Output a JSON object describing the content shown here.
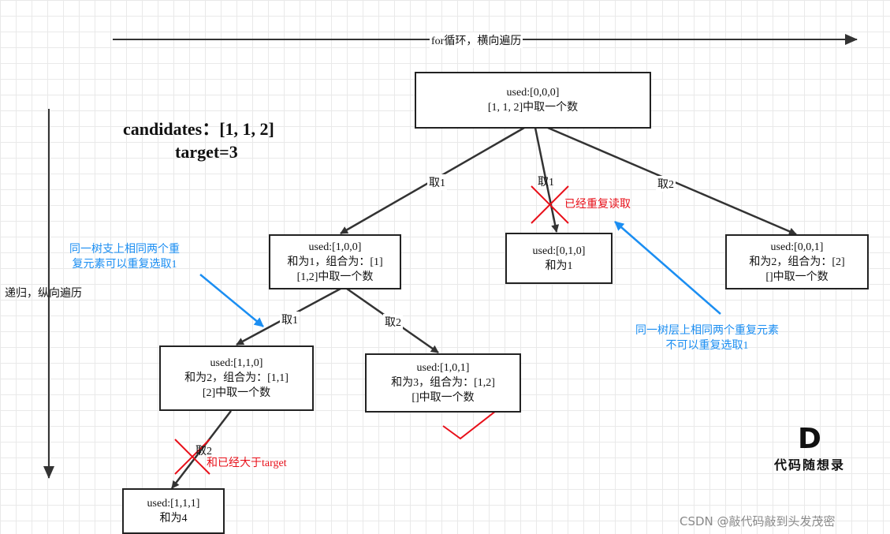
{
  "header": {
    "for_loop": "for循环，横向遍历",
    "recursion": "递归，纵向遍历"
  },
  "problem": {
    "candidates": "candidates：[1, 1, 2]",
    "target": "target=3"
  },
  "nodes": {
    "root": [
      "used:[0,0,0]",
      "[1, 1, 2]中取一个数"
    ],
    "n100": [
      "used:[1,0,0]",
      "和为1，组合为：[1]",
      "[1,2]中取一个数"
    ],
    "n010": [
      "used:[0,1,0]",
      "和为1"
    ],
    "n001": [
      "used:[0,0,1]",
      "和为2，组合为：[2]",
      "[]中取一个数"
    ],
    "n110": [
      "used:[1,1,0]",
      "和为2，组合为：[1,1]",
      "[2]中取一个数"
    ],
    "n101": [
      "used:[1,0,1]",
      "和为3，组合为：[1,2]",
      "[]中取一个数"
    ],
    "n111": [
      "used:[1,1,1]",
      "和为4"
    ]
  },
  "edges": {
    "root_take1": "取1",
    "root_take1_dup": "取1",
    "root_take2": "取2",
    "n100_take1": "取1",
    "n100_take2": "取2",
    "n110_take2": "取2"
  },
  "notes": {
    "already_repeat": "已经重复读取",
    "exceeds_target": "和已经大于target",
    "same_branch": [
      "同一树支上相同两个重",
      "复元素可以重复选取1"
    ],
    "same_level": [
      "同一树层上相同两个重复元素",
      "不可以重复选取1"
    ]
  },
  "logo": {
    "letter": "D",
    "text": "代码随想录"
  },
  "watermark": "CSDN @敲代码敲到头发茂密",
  "colors": {
    "line": "#333333",
    "red": "#e8101a",
    "blue": "#1b8ef2",
    "grid": "#e9e9e9"
  }
}
